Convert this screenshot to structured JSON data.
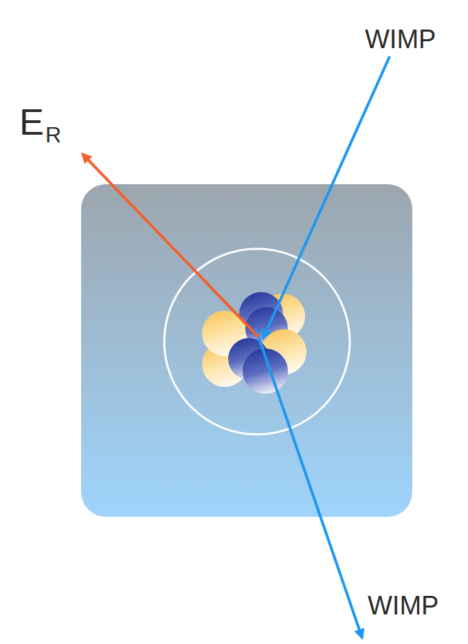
{
  "diagram": {
    "labels": [
      "WIMP",
      "E",
      "R",
      "WIMP"
    ]
  }
}
